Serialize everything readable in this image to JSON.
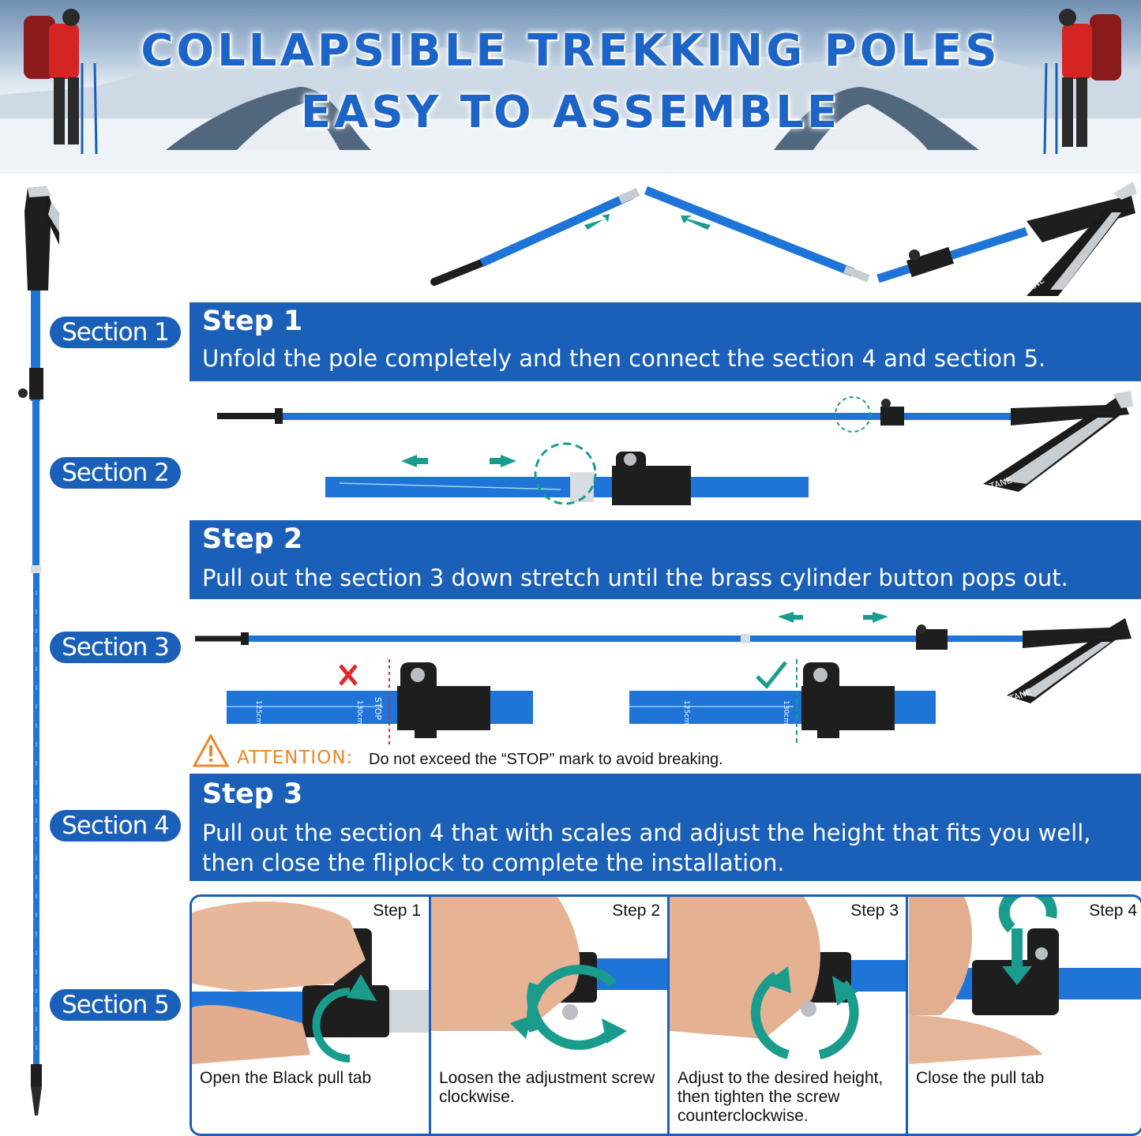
{
  "banner": {
    "title_line1": "COLLAPSIBLE TREKKING POLES",
    "title_line2": "EASY TO ASSEMBLE"
  },
  "sections": [
    "Section 1",
    "Section 2",
    "Section 3",
    "Section 4",
    "Section 5"
  ],
  "steps": [
    {
      "heading": "Step 1",
      "body": "Unfold the pole completely and then connect the section 4 and section 5."
    },
    {
      "heading": "Step 2",
      "body": "Pull out the section 3 down stretch until the brass cylinder button pops out."
    },
    {
      "heading": "Step 3",
      "body": "Pull out the section 4 that with scales and adjust the height that fits you well, then close the fliplock to complete the installation."
    }
  ],
  "attention": {
    "label": "ATTENTION:",
    "text": "Do not exceed the “STOP” mark to avoid breaking."
  },
  "strap_brand": "TANE",
  "scale_marks": {
    "mark_125": "125cm",
    "mark_130": "130cm",
    "stop": "STOP"
  },
  "panels": [
    {
      "number": "Step 1",
      "caption": "Open the Black pull tab"
    },
    {
      "number": "Step 2",
      "caption": "Loosen the adjustment screw clockwise."
    },
    {
      "number": "Step 3",
      "caption": "Adjust to the desired height, then tighten the screw counterclockwise."
    },
    {
      "number": "Step 4",
      "caption": "Close the pull tab"
    }
  ],
  "colors": {
    "brand_blue": "#1a5fb8",
    "pole_blue": "#1f74d8",
    "arrow_teal": "#1a9c8c",
    "attention_orange": "#e8882a",
    "wrong_red": "#e02a2a"
  }
}
